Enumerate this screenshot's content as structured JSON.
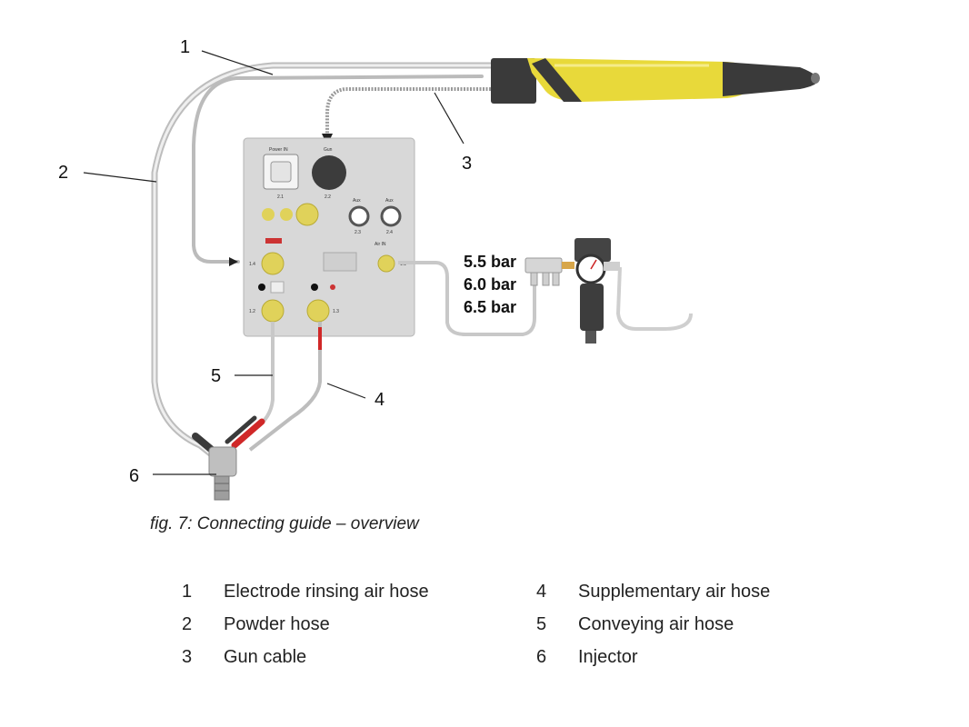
{
  "diagram": {
    "callouts": [
      "1",
      "2",
      "3",
      "4",
      "5",
      "6"
    ],
    "pressures": [
      "5.5 bar",
      "6.0 bar",
      "6.5 bar"
    ],
    "panel_labels": [
      "Power IN",
      "Gun",
      "2.1",
      "2.2",
      "Aux",
      "Aux",
      "2.3",
      "2.4",
      "1.4",
      "Air IN",
      "1.1",
      "1.2",
      "1.3"
    ]
  },
  "caption": "fig. 7: Connecting guide – overview",
  "legend": [
    {
      "num": "1",
      "label": "Electrode rinsing air hose"
    },
    {
      "num": "2",
      "label": "Powder hose"
    },
    {
      "num": "3",
      "label": "Gun cable"
    },
    {
      "num": "4",
      "label": "Supplementary air hose"
    },
    {
      "num": "5",
      "label": "Conveying air hose"
    },
    {
      "num": "6",
      "label": "Injector"
    }
  ],
  "colors": {
    "gun_yellow": "#e8d93a",
    "gun_dark": "#3a3a3a",
    "panel_gray": "#d8d8d8",
    "connector_yellow": "#e0d25a",
    "hose_gray": "#c8c8c8",
    "hose_red": "#d02828"
  }
}
